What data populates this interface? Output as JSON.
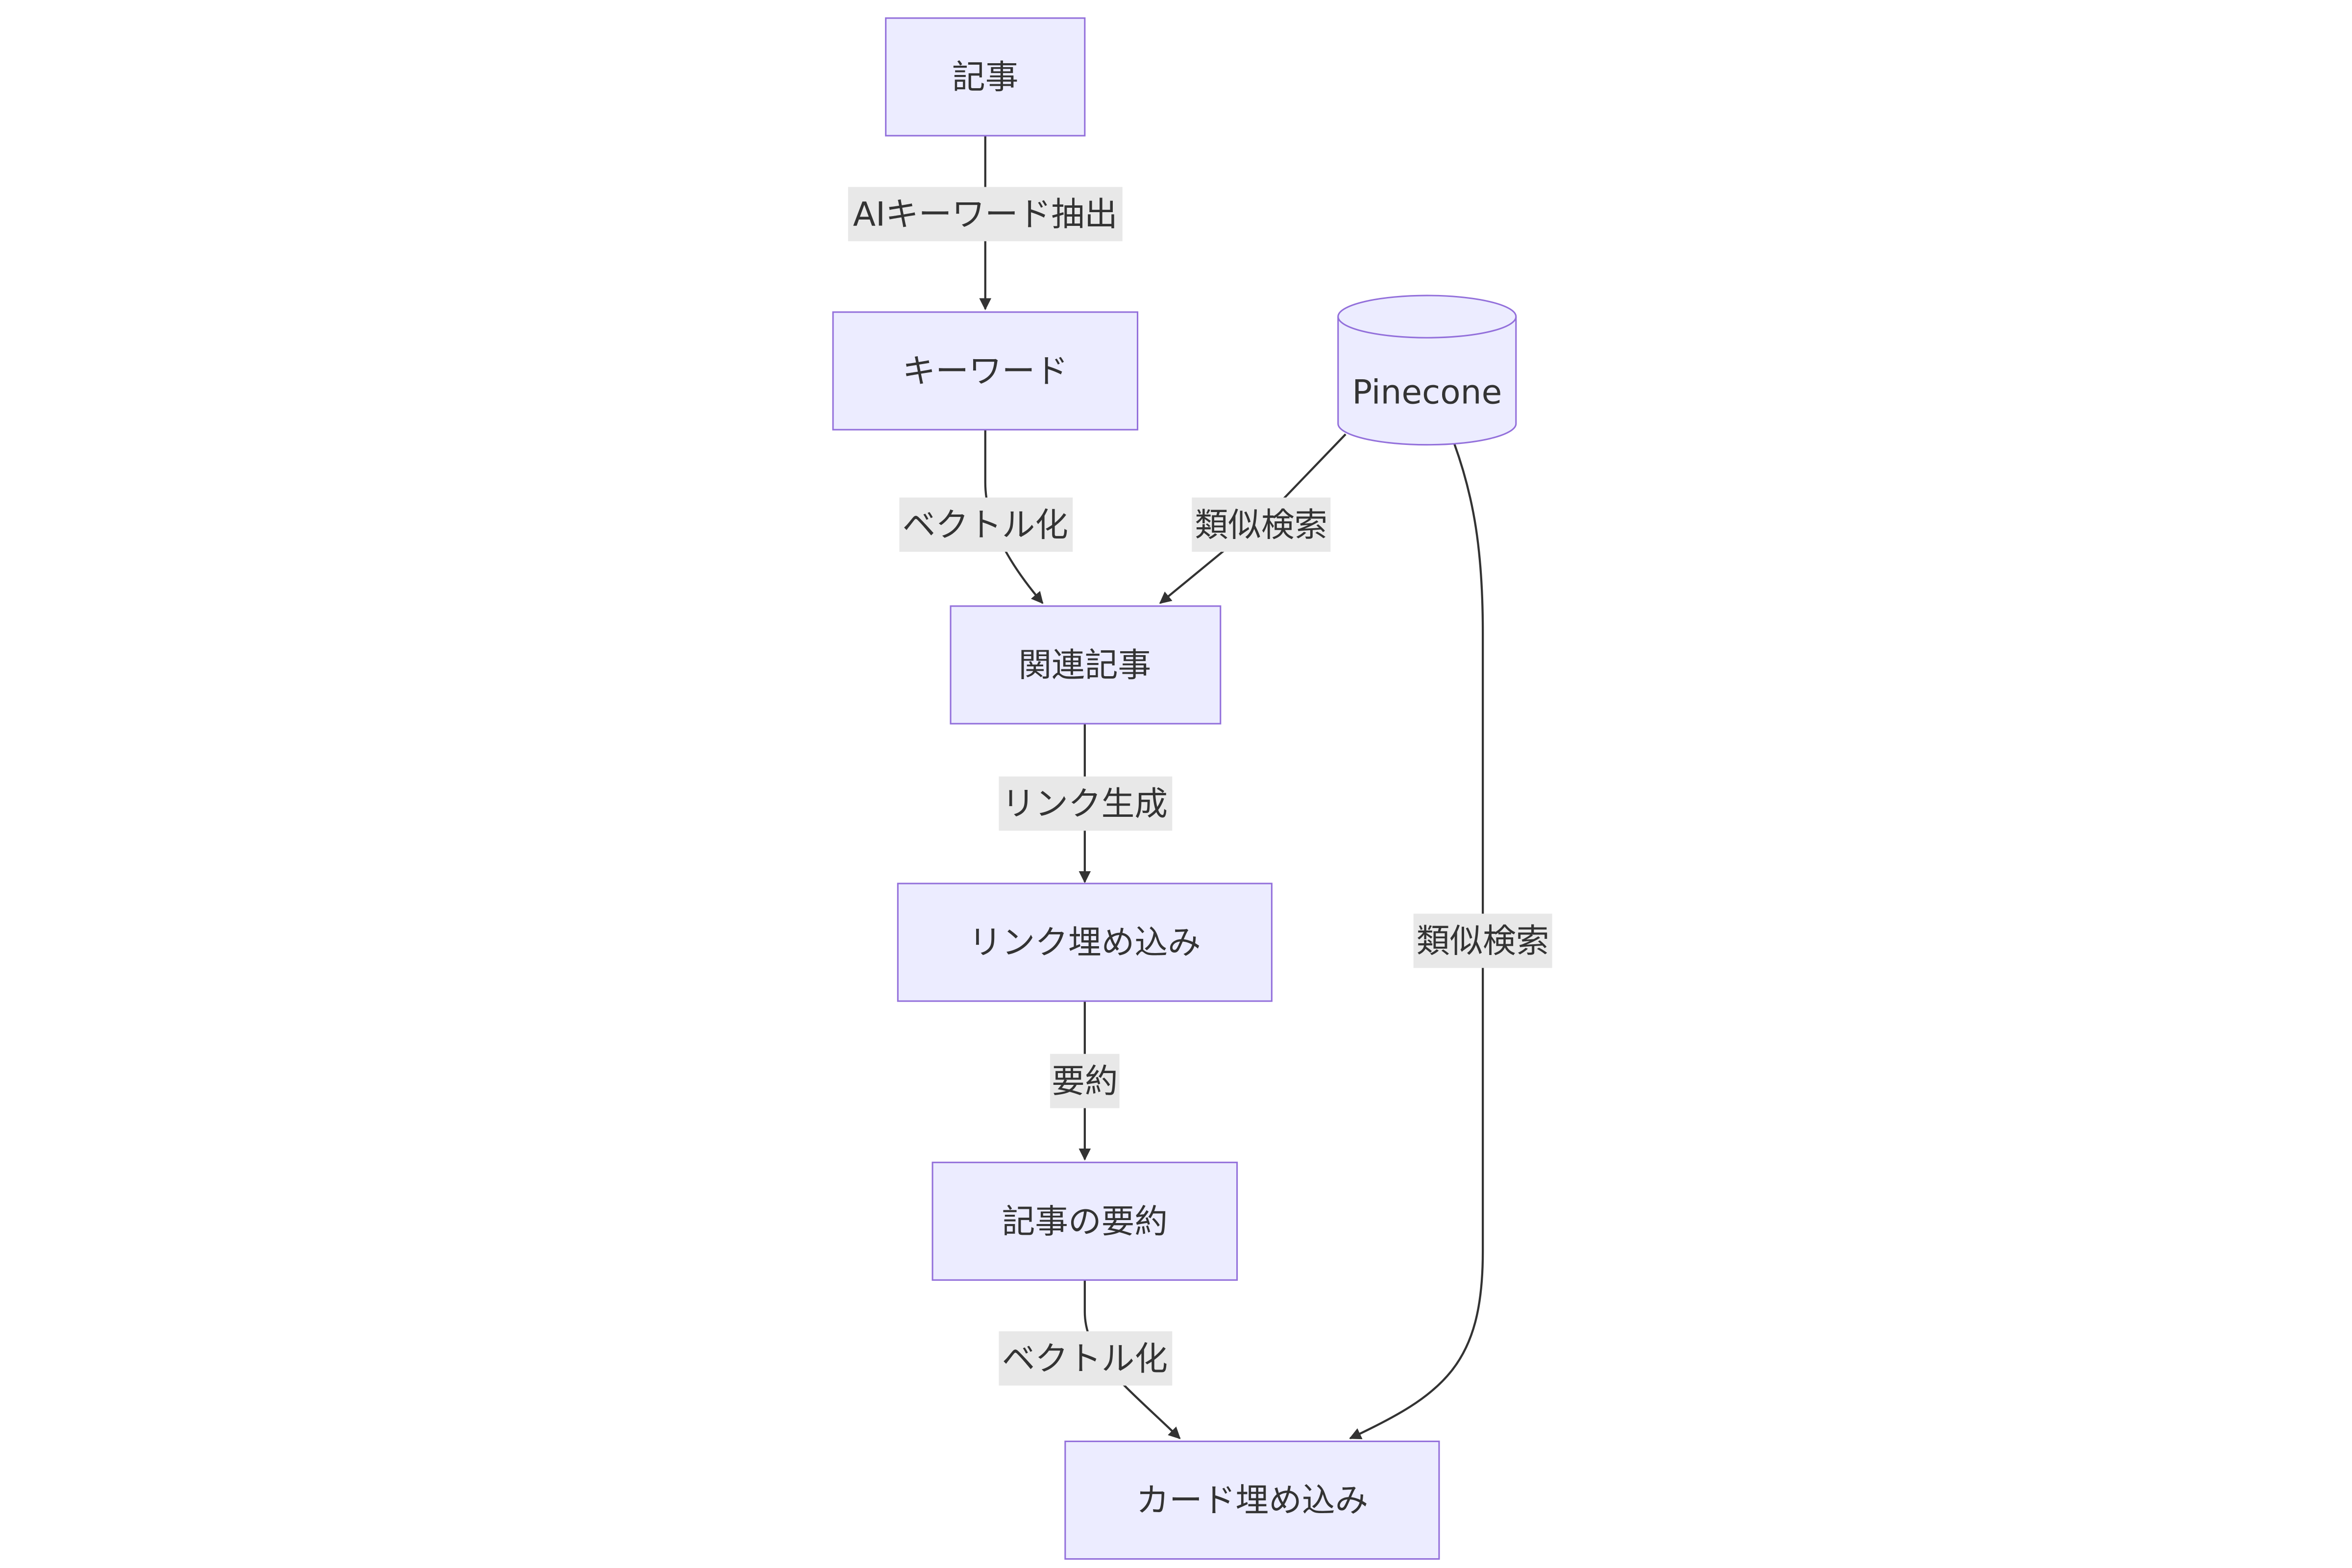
{
  "nodes": {
    "article": "記事",
    "keyword": "キーワード",
    "related": "関連記事",
    "link_embed": "リンク埋め込み",
    "summary": "記事の要約",
    "card_embed": "カード埋め込み",
    "pinecone": "Pinecone"
  },
  "edges": {
    "article_to_keyword": "AIキーワード抽出",
    "keyword_to_related": "ベクトル化",
    "pinecone_to_related": "類似検索",
    "related_to_link": "リンク生成",
    "link_to_summary": "要約",
    "summary_to_card": "ベクトル化",
    "pinecone_to_card": "類似検索"
  },
  "colors": {
    "node_fill": "#ECECFF",
    "node_stroke": "#9370DB",
    "edge": "#333333",
    "label_bg": "#e8e8e8",
    "text": "#333333"
  }
}
